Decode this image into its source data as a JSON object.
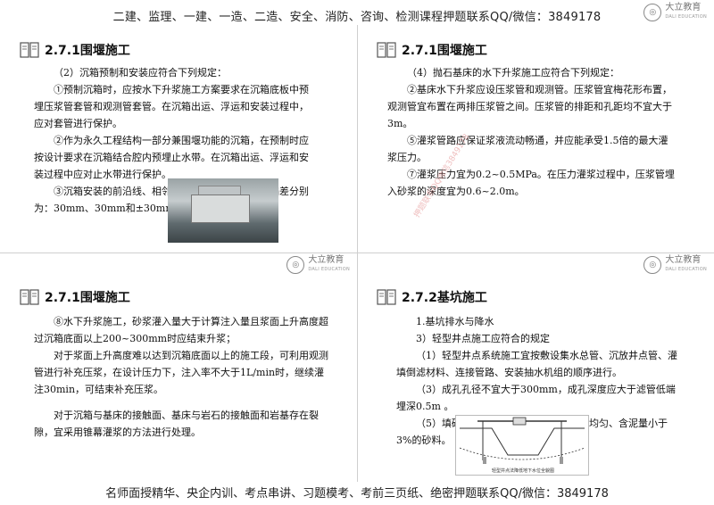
{
  "header_text": "二建、监理、一建、一造、二造、安全、消防、咨询、检测课程押题联系QQ/微信：3849178",
  "footer_text": "名师面授精华、央企内训、考点串讲、习题模考、考前三页纸、绝密押题联系QQ/微信：3849178",
  "logo": {
    "name": "大立教育",
    "sub": "DALI EDUCATION"
  },
  "watermark_text": "押题联系QQ微信3849178",
  "panels": [
    {
      "title": "2.7.1围堰施工",
      "paragraphs": [
        "（2）沉箱预制和安装应符合下列规定：",
        "①预制沉箱时，应按水下升浆施工方案要求在沉箱底板中预埋压浆管套管和观测管套管。在沉箱出运、浮运和安装过程中，应对套管进行保护。",
        "②作为永久工程结构一部分兼围堰功能的沉箱，在预制时应按设计要求在沉箱结合腔内预埋止水带。在沉箱出运、浮运和安装过程中应对止水带进行保护。",
        "③沉箱安装的前沿线、相邻沉箱错台和缝宽的允许偏差分别为：30mm、30mm和±30mm。"
      ]
    },
    {
      "title": "2.7.1围堰施工",
      "paragraphs": [
        "（4）抛石基床的水下升浆施工应符合下列规定：",
        "②基床水下升浆应设压浆管和观测管。压浆管宜梅花形布置，观测管宜布置在两排压浆管之间。压浆管的排距和孔距均不宜大于3m。",
        "⑤灌浆管路应保证浆液流动畅通，并应能承受1.5倍的最大灌浆压力。",
        "⑦灌浆压力宜为0.2~0.5MPa。在压力灌浆过程中，压浆管埋入砂浆的深度宜为0.6~2.0m。"
      ]
    },
    {
      "title": "2.7.1围堰施工",
      "paragraphs": [
        "⑧水下升浆施工，砂浆灌入量大于计算注入量且浆面上升高度超过沉箱底面以上200~300mm时应结束升浆；",
        "对于浆面上升高度难以达到沉箱底面以上的施工段，可利用观测管进行补充压浆，在设计压力下，注入率不大于1L/min时，继续灌注30min，可结束补充压浆。",
        "对于沉箱与基床的接触面、基床与岩石的接触面和岩基存在裂隙，宜采用锥幕灌浆的方法进行处理。"
      ]
    },
    {
      "title": "2.7.2基坑施工",
      "paragraphs": [
        "1.基坑排水与降水",
        "3）轻型井点施工应符合的规定",
        "（1）轻型井点系统施工宜按敷设集水总管、沉放井点管、灌填倒滤材料、连接管路、安装抽水机组的顺序进行。",
        "（3）成孔孔径不宜大于300mm，成孔深度应大于滤管低端埋深0.5m 。",
        "（5）填砾过滤器周围的滤料应采用粒径均匀、含泥量小于3%的砂料。"
      ],
      "diagram_caption": "轻型井点法降低地下水位全貌图"
    }
  ]
}
